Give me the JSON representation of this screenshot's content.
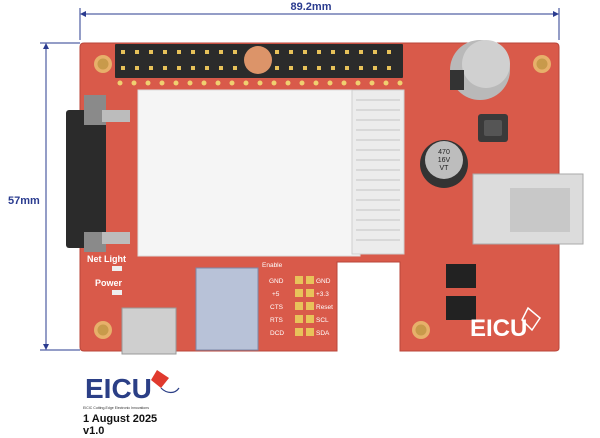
{
  "dimensions": {
    "width_label": "89.2mm",
    "height_label": "57mm",
    "line_color": "#2a3b8f"
  },
  "board": {
    "color": "#d95a4a",
    "silkscreen": {
      "net_light": "Net Light",
      "power": "Power",
      "logo_text": "EICU",
      "enable": "Enable",
      "cap_value": "470",
      "cap_voltage": "16V",
      "cap_code": "VT"
    },
    "header_pins_left": [
      "GND",
      "+5",
      "CTS",
      "RTS",
      "DCD"
    ],
    "header_pins_right": [
      "GND",
      "+3.3",
      "Reset",
      "SCL",
      "SDA"
    ]
  },
  "footer": {
    "logo_text": "EICU",
    "tagline": "EICIC Cutting-Edge Electronic Innovations",
    "date": "1 August 2025",
    "version": "v1.0"
  }
}
